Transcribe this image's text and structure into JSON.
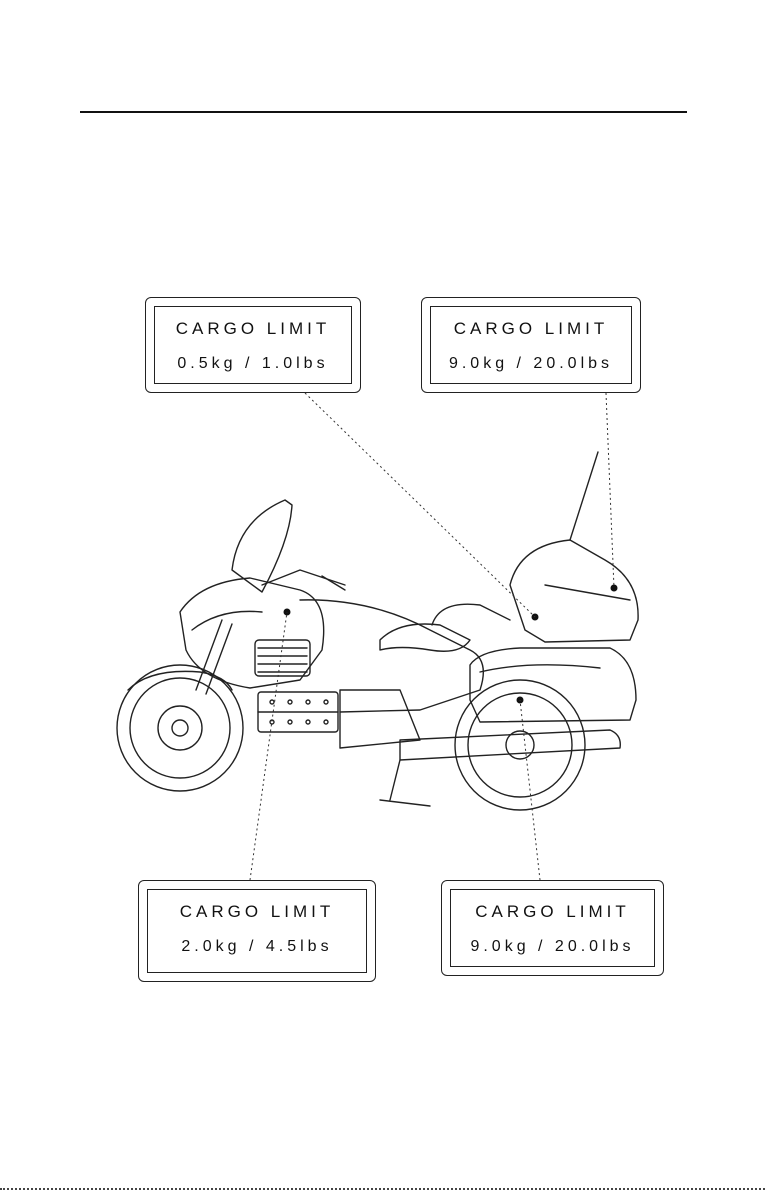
{
  "labels": [
    {
      "title": "CARGO LIMIT",
      "value": "0.5kg  /  1.0lbs"
    },
    {
      "title": "CARGO LIMIT",
      "value": "9.0kg  /  20.0lbs"
    },
    {
      "title": "CARGO LIMIT",
      "value": "2.0kg  /  4.5lbs"
    },
    {
      "title": "CARGO LIMIT",
      "value": "9.0kg  /  20.0lbs"
    }
  ]
}
